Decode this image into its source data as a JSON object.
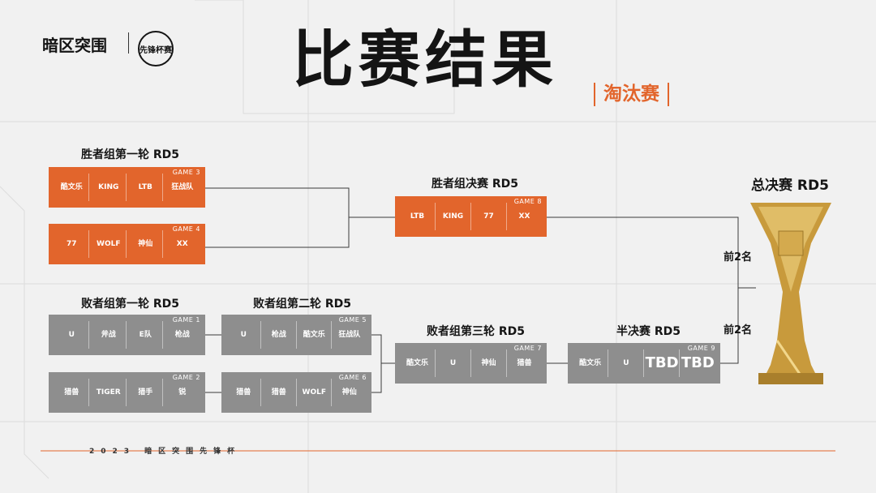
{
  "header": {
    "brand": "暗区突围",
    "brand2": "先锋杯赛",
    "title": "比赛结果",
    "tag": "淘汰赛"
  },
  "brackets": {
    "wb_r1": "胜者组第一轮 RD5",
    "wb_final": "胜者组决赛 RD5",
    "grand_final": "总决赛 RD5",
    "lb_r1": "败者组第一轮 RD5",
    "lb_r2": "败者组第二轮 RD5",
    "lb_r3": "败者组第三轮 RD5",
    "semi": "半决赛 RD5"
  },
  "games": [
    {
      "label": "GAME 3",
      "teams": [
        "酷文乐",
        "KING",
        "LTB",
        "狂战队"
      ]
    },
    {
      "label": "GAME 4",
      "teams": [
        "77",
        "WOLF",
        "神仙",
        "XX"
      ]
    },
    {
      "label": "GAME 8",
      "teams": [
        "LTB",
        "KING",
        "77",
        "XX"
      ]
    },
    {
      "label": "GAME 1",
      "teams": [
        "U",
        "斧战",
        "E队",
        "枪战"
      ]
    },
    {
      "label": "GAME 2",
      "teams": [
        "猎兽",
        "TIGER",
        "猎手",
        "锐"
      ]
    },
    {
      "label": "GAME 5",
      "teams": [
        "U",
        "枪战",
        "酷文乐",
        "狂战队"
      ]
    },
    {
      "label": "GAME 6",
      "teams": [
        "猎兽",
        "猎兽",
        "WOLF",
        "神仙"
      ]
    },
    {
      "label": "GAME 7",
      "teams": [
        "酷文乐",
        "U",
        "神仙",
        "猎兽"
      ]
    },
    {
      "label": "GAME 9",
      "teams": [
        "酷文乐",
        "U",
        "TBD",
        "TBD"
      ]
    }
  ],
  "advance": [
    "前2名",
    "前2名"
  ],
  "footer": "2023 暗区突围先锋杯",
  "colors": {
    "orange": "#e2652c",
    "grey": "#8e8e8e",
    "background": "#f1f1f1"
  }
}
